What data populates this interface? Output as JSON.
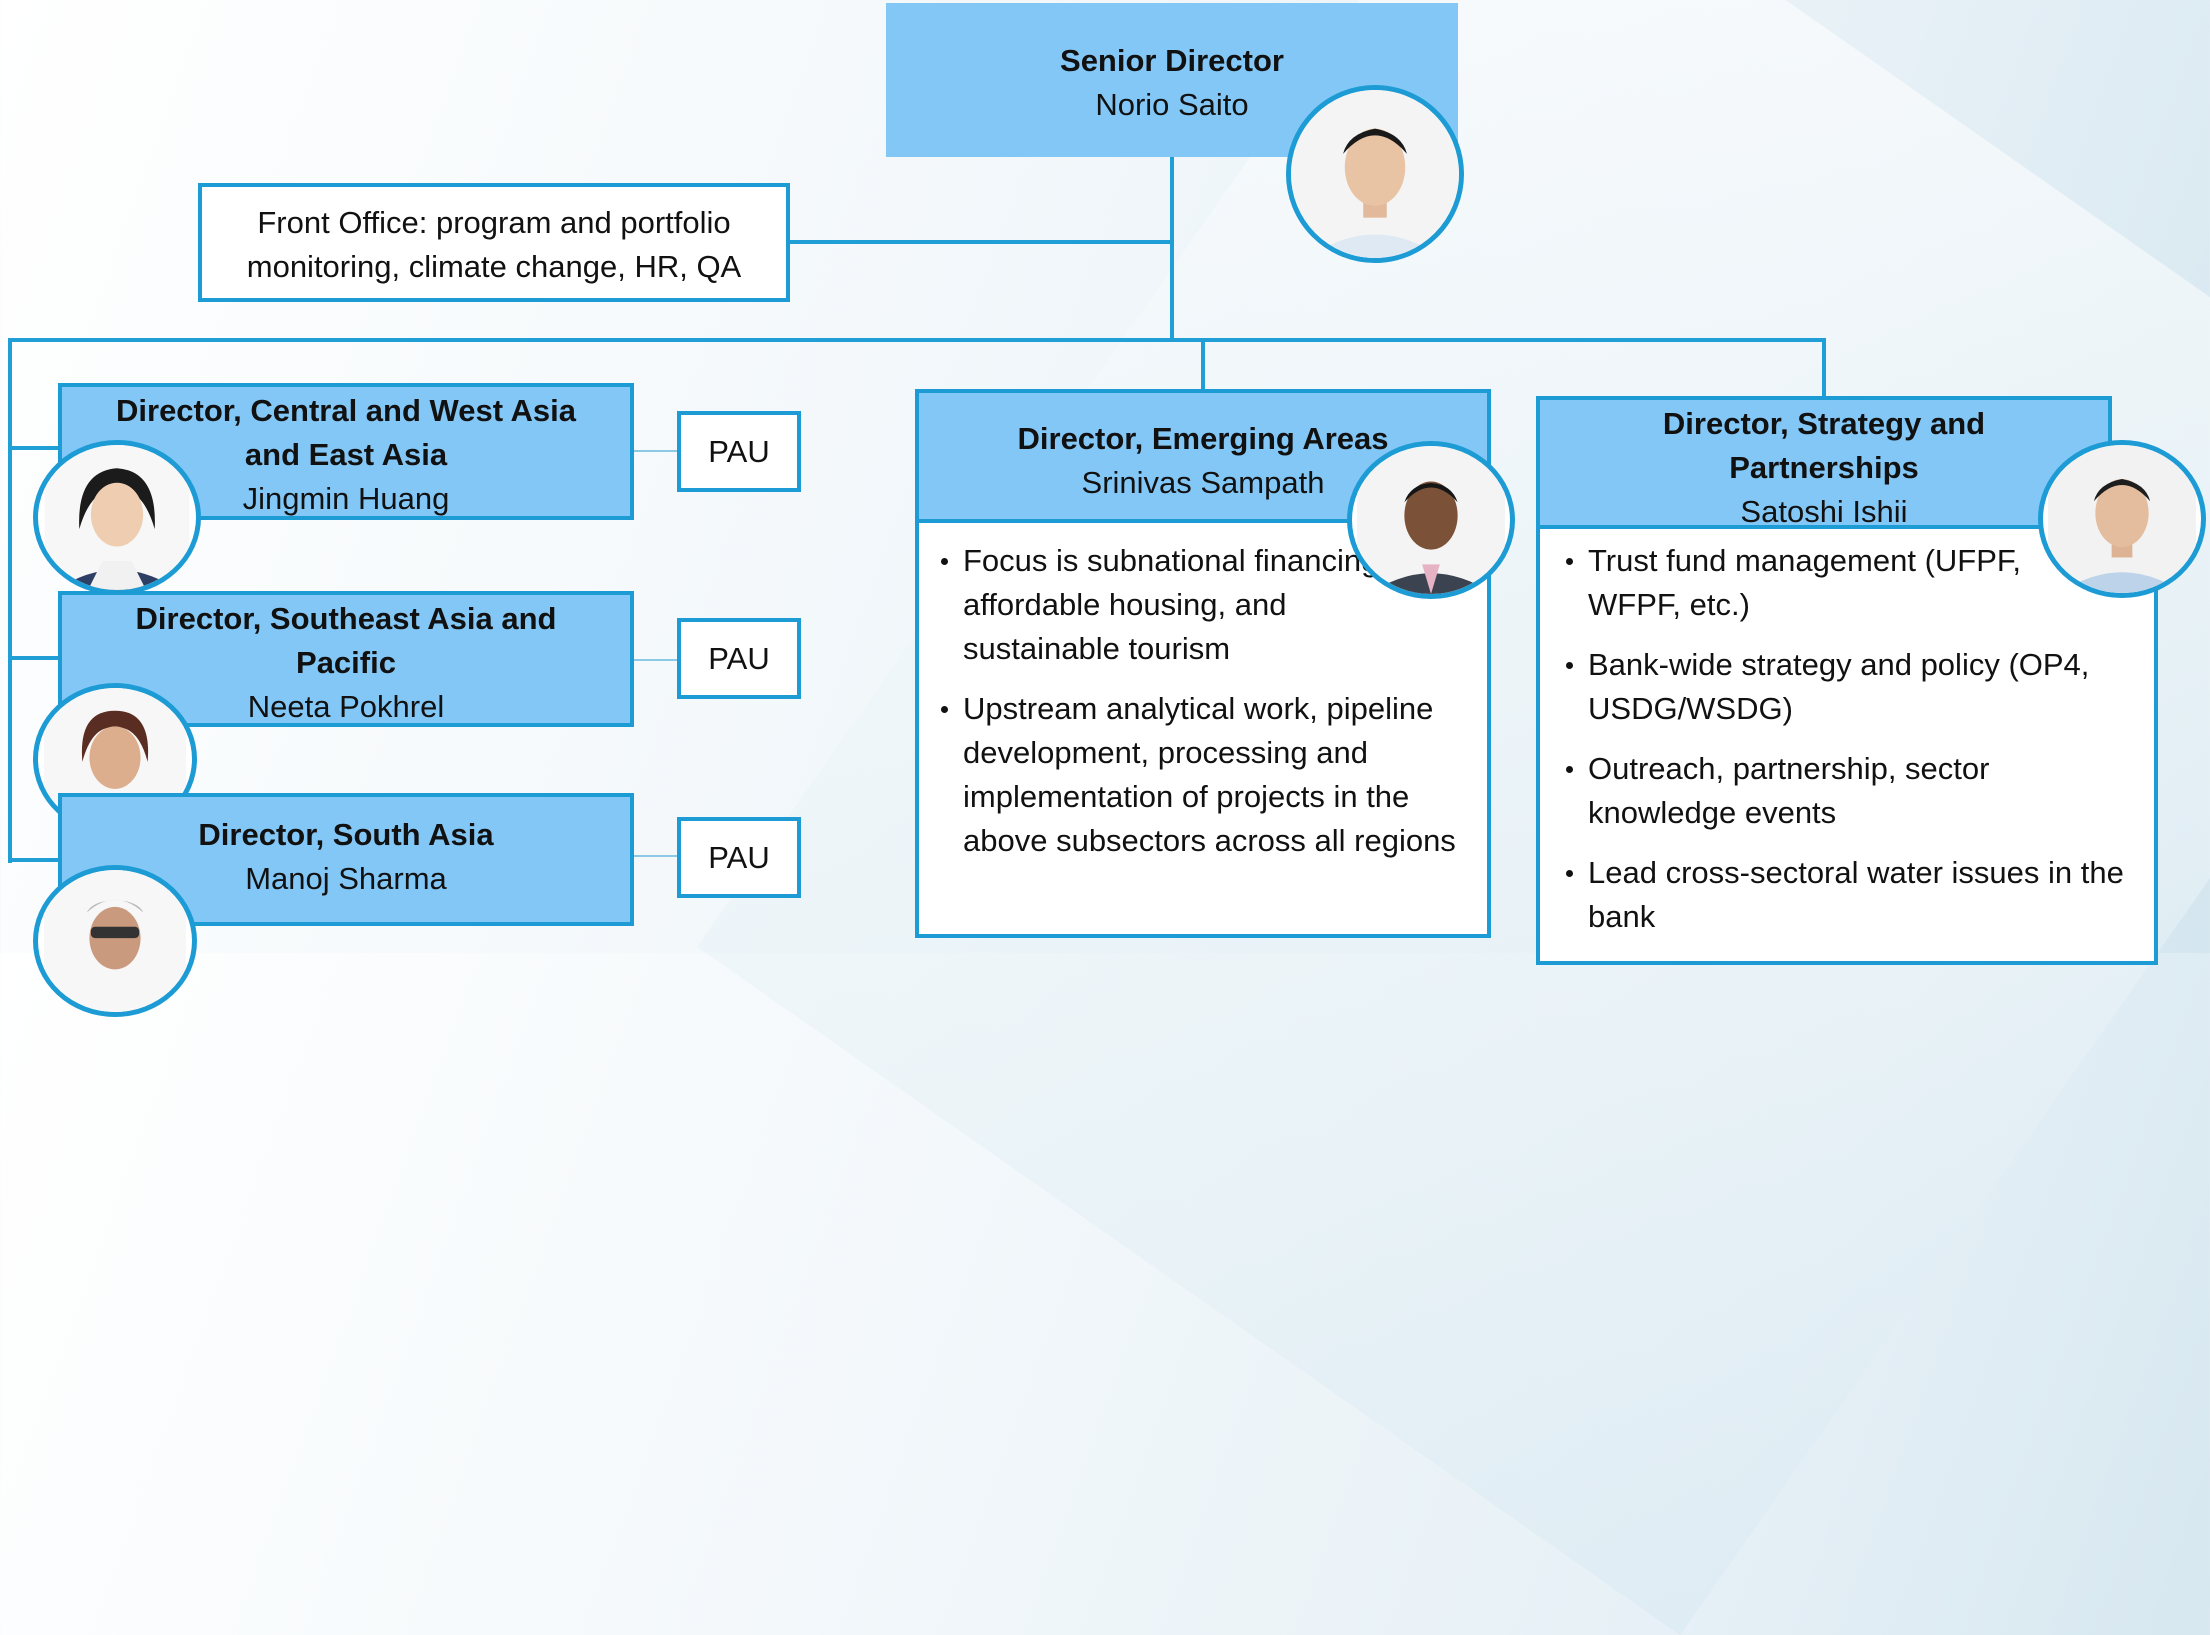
{
  "senior_director": {
    "title": "Senior Director",
    "name": "Norio Saito"
  },
  "front_office": {
    "line1": "Front Office: program and portfolio",
    "line2": "monitoring, climate change, HR, QA"
  },
  "regional_directors": [
    {
      "title_line1": "Director, Central and West Asia",
      "title_line2": "and East Asia",
      "name": "Jingmin Huang",
      "pau_label": "PAU"
    },
    {
      "title_line1": "Director, Southeast Asia and",
      "title_line2": "Pacific",
      "name": "Neeta Pokhrel",
      "pau_label": "PAU"
    },
    {
      "title_line1": "Director, South Asia",
      "name": "Manoj Sharma",
      "pau_label": "PAU"
    }
  ],
  "emerging_areas": {
    "title": "Director, Emerging Areas",
    "name": "Srinivas Sampath",
    "bullets": [
      "Focus is subnational financing, affordable housing, and sustainable tourism",
      "Upstream analytical work, pipeline development, processing and implementation of projects in the above subsectors across all regions"
    ]
  },
  "strategy_partnerships": {
    "title_line1": "Director, Strategy and",
    "title_line2": "Partnerships",
    "name": "Satoshi Ishii",
    "bullets": [
      "Trust fund management (UFPF, WFPF, etc.)",
      "Bank-wide strategy and policy (OP4, USDG/WSDG)",
      "Outreach, partnership, sector knowledge events",
      "Lead cross-sectoral water issues in the bank"
    ]
  },
  "colors": {
    "header_fill": "#83c7f7",
    "border": "#1c9bd4",
    "connector": "#1f9fd6"
  }
}
